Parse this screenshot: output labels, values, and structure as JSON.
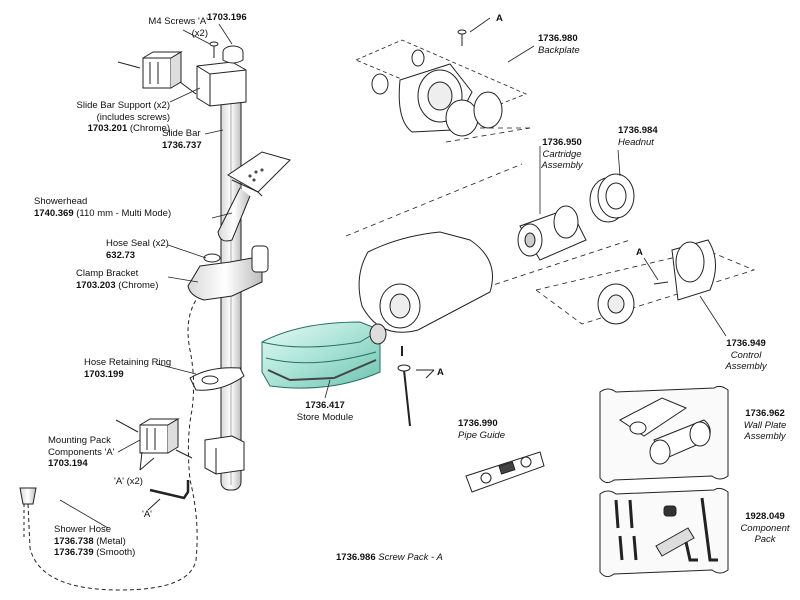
{
  "labels": {
    "m4_screws": "M4 Screws 'A'",
    "m4_qty": "(x2)",
    "part_1703_196": "1703.196",
    "slide_bar_support": "Slide Bar Support (x2)",
    "slide_bar_support_note": "(includes screws)",
    "slide_bar_support_code": "1703.201",
    "slide_bar_support_finish": "(Chrome)",
    "slide_bar": "Slide Bar",
    "slide_bar_code": "1736.737",
    "showerhead": "Showerhead",
    "showerhead_code": "1740.369",
    "showerhead_note": "(110 mm - Multi Mode)",
    "hose_seal": "Hose Seal (x2)",
    "hose_seal_code": "632.73",
    "clamp_bracket": "Clamp Bracket",
    "clamp_bracket_code": "1703.203",
    "clamp_bracket_finish": "(Chrome)",
    "hose_ring": "Hose Retaining Ring",
    "hose_ring_code": "1703.199",
    "mounting_pack": "Mounting Pack",
    "mounting_pack_2": "Components 'A'",
    "mounting_pack_code": "1703.194",
    "a_x2": "'A' (x2)",
    "a_single": "'A'",
    "shower_hose": "Shower Hose",
    "shower_hose_metal_code": "1736.738",
    "shower_hose_metal": "(Metal)",
    "shower_hose_smooth_code": "1736.739",
    "shower_hose_smooth": "(Smooth)",
    "backplate_code": "1736.980",
    "backplate": "Backplate",
    "a_top": "A",
    "cartridge_code": "1736.950",
    "cartridge_1": "Cartridge",
    "cartridge_2": "Assembly",
    "headnut_code": "1736.984",
    "headnut": "Headnut",
    "a_control": "A",
    "control_code": "1736.949",
    "control_1": "Control",
    "control_2": "Assembly",
    "store_code": "1736.417",
    "store": "Store Module",
    "a_screws": "A",
    "pipe_guide_code": "1736.990",
    "pipe_guide": "Pipe Guide",
    "wall_plate_code": "1736.962",
    "wall_plate_1": "Wall Plate",
    "wall_plate_2": "Assembly",
    "component_code": "1928.049",
    "component_1": "Component",
    "component_2": "Pack",
    "screw_pack_code": "1736.986",
    "screw_pack": "Screw Pack - A"
  }
}
